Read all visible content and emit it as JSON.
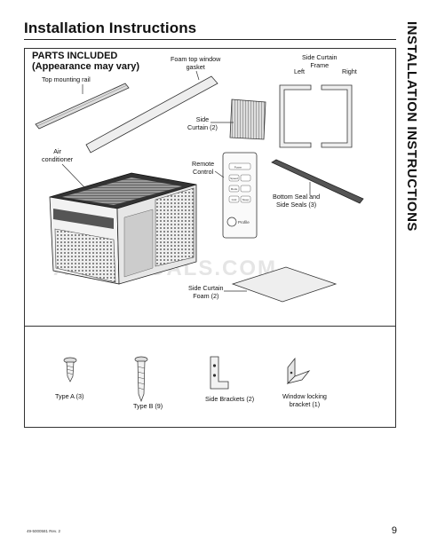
{
  "page": {
    "title": "Installation Instructions",
    "side_tab": "INSTALLATION INSTRUCTIONS",
    "page_number": "9",
    "doc_code": "49-5000581   Rev. 2",
    "watermark": "AC MANUALS.COM"
  },
  "parts": {
    "heading": "PARTS INCLUDED",
    "subheading": "(Appearance may vary)",
    "labels": {
      "top_rail": "Top mounting rail",
      "foam_gasket_1": "Foam top window",
      "foam_gasket_2": "gasket",
      "side_curtain_1": "Side",
      "side_curtain_2": "Curtain (2)",
      "frame_1": "Side Curtain",
      "frame_2": "Frame",
      "frame_left": "Left",
      "frame_right": "Right",
      "ac_1": "Air",
      "ac_2": "conditioner",
      "remote_1": "Remote",
      "remote_2": "Control",
      "seal_1": "Bottom Seal and",
      "seal_2": "Side Seals (3)",
      "curtain_foam_1": "Side Curtain",
      "curtain_foam_2": "Foam (2)"
    },
    "remote_buttons": [
      "Power",
      "Speed",
      "Mode",
      "Grid",
      "Sleep",
      "Profile"
    ]
  },
  "hardware": {
    "type_a": "Type A (3)",
    "type_b": "Type B (9)",
    "side_brackets": "Side Brackets (2)",
    "locking_1": "Window locking",
    "locking_2": "bracket (1)"
  }
}
